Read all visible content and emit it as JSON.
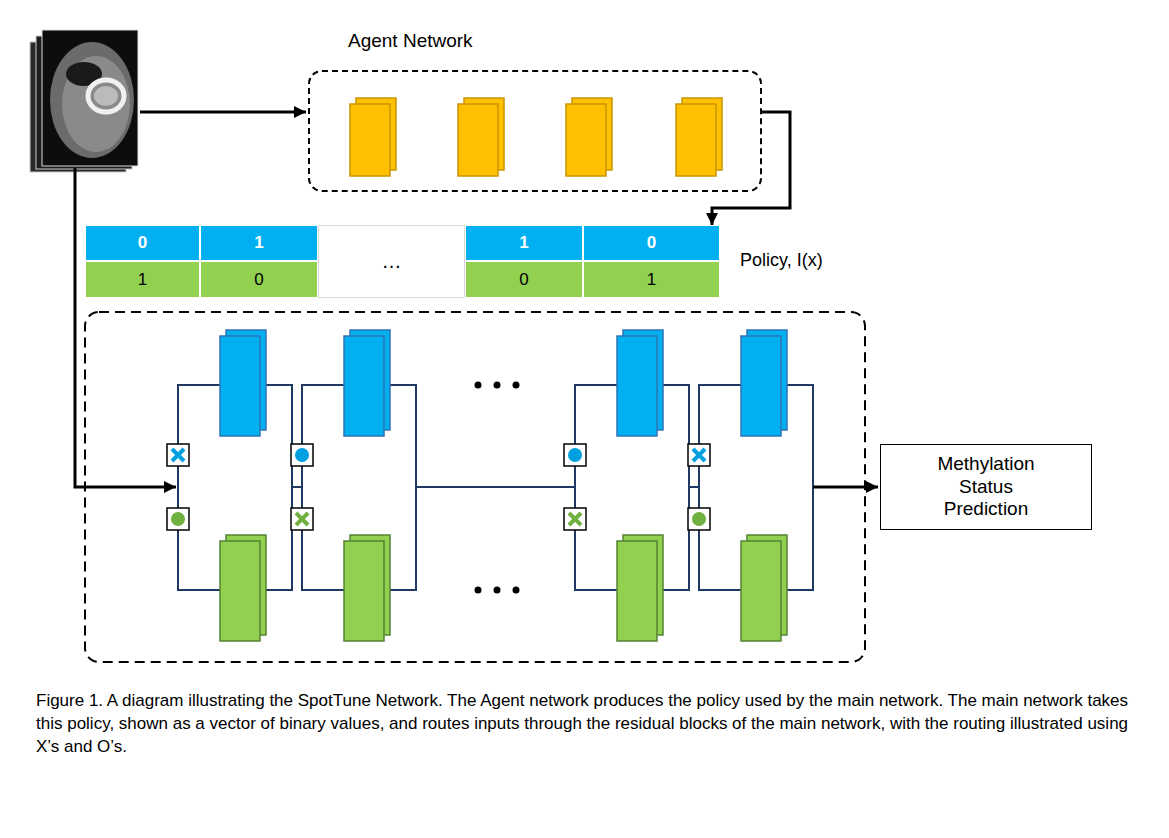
{
  "diagram": {
    "caption": "Figure 1. A diagram illustrating the SpotTune Network. The Agent network produces the policy used by the main network. The main network takes this policy, shown as a vector of binary values, and routes inputs through the residual blocks of the main network, with the routing illustrated using X’s and O’s.",
    "nodes": [
      {
        "text": [
          "Agent Network"
        ]
      },
      {
        "text": [
          "Policy, I(x)"
        ]
      },
      {
        "text": [
          "Methylation Status Prediction"
        ]
      }
    ],
    "edges": [
      {
        "from": 0,
        "to": 1,
        "arrow": "to"
      }
    ],
    "labels": [
      "0",
      "1",
      "…",
      "1",
      "0",
      "1",
      "0",
      "0",
      "1"
    ]
  }
}
